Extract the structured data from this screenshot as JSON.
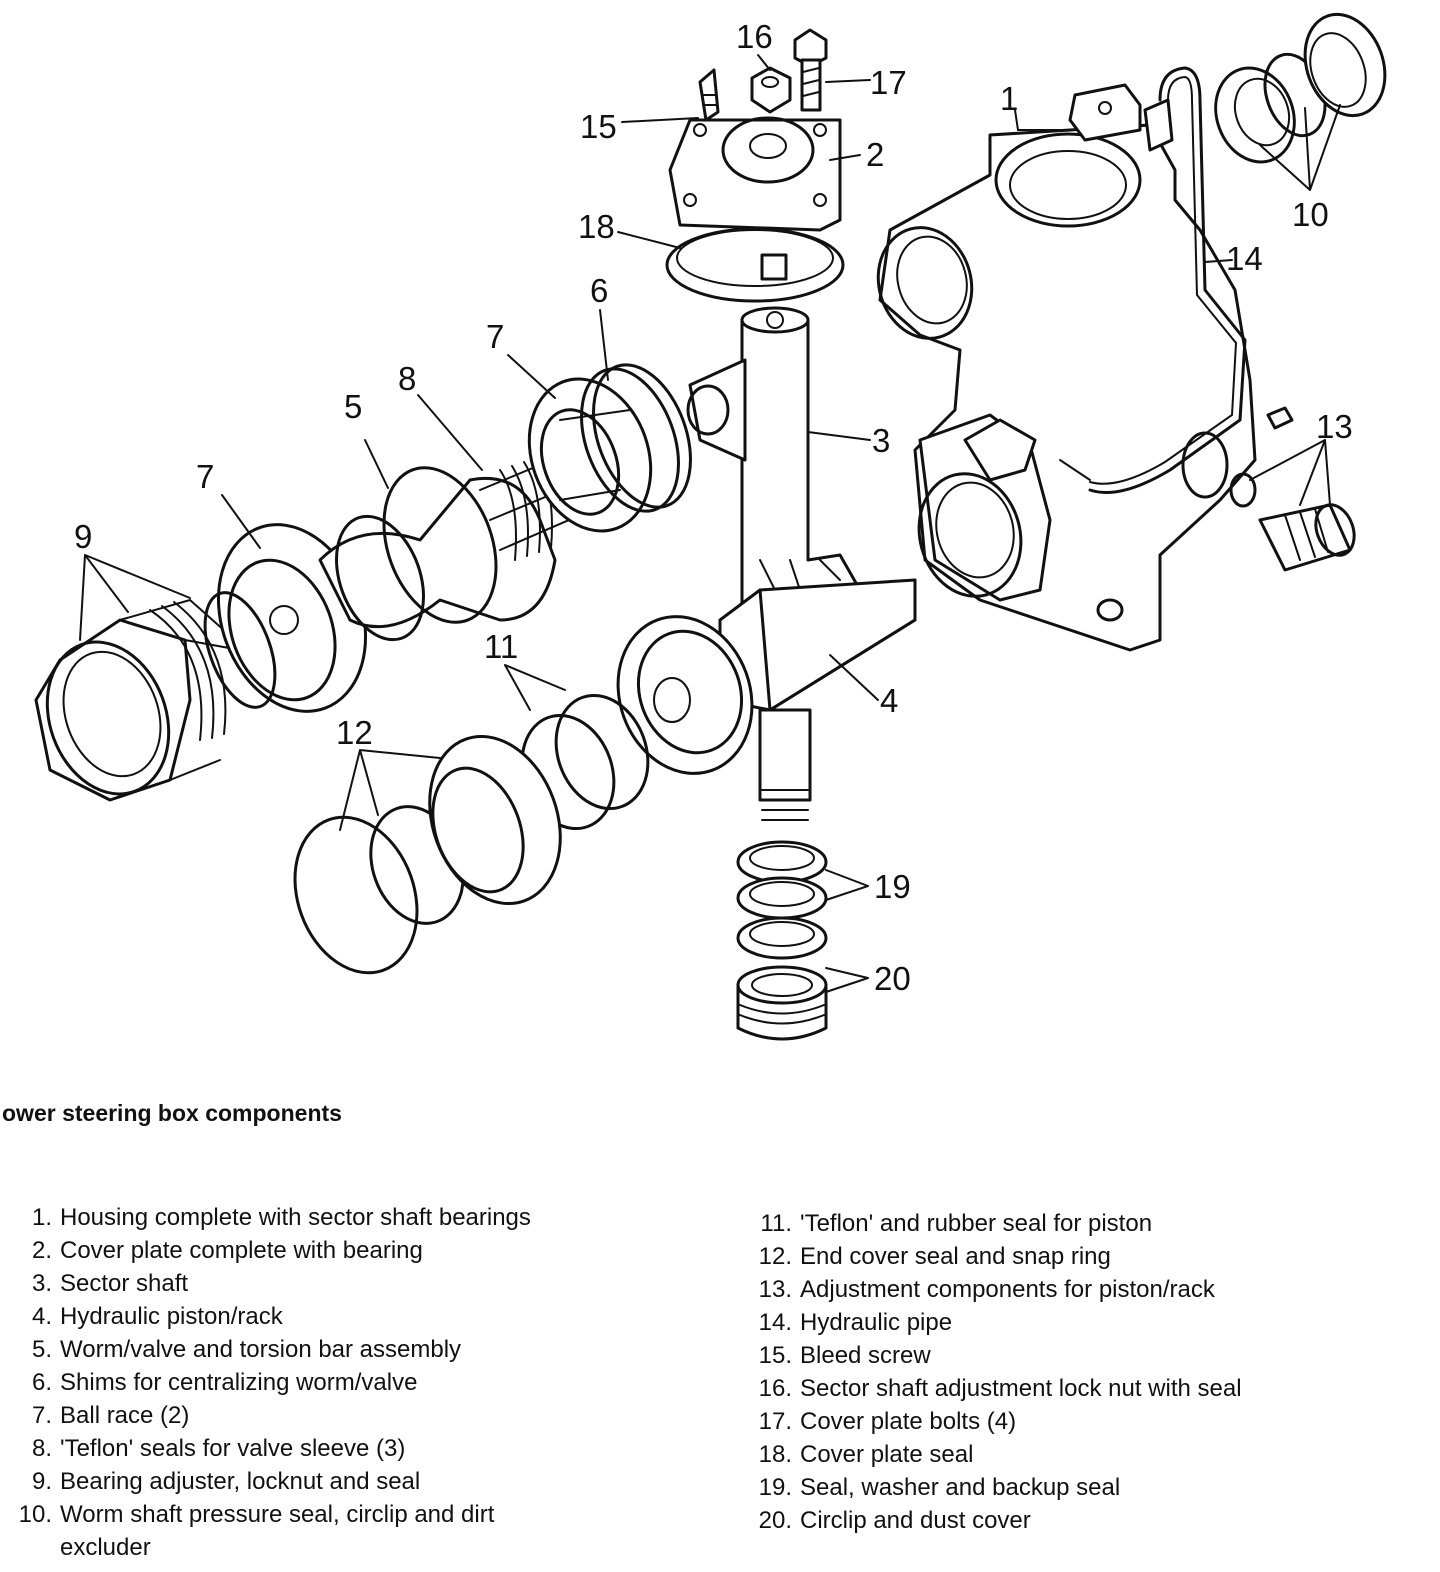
{
  "diagram": {
    "callouts": [
      "1",
      "2",
      "3",
      "4",
      "5",
      "6",
      "7",
      "7",
      "8",
      "9",
      "10",
      "11",
      "12",
      "13",
      "14",
      "15",
      "16",
      "17",
      "18",
      "19",
      "20"
    ]
  },
  "caption": "ower steering box components",
  "legend_left": [
    {
      "num": "1.",
      "text": "Housing complete with sector shaft bearings"
    },
    {
      "num": "2.",
      "text": "Cover plate complete with bearing"
    },
    {
      "num": "3.",
      "text": "Sector shaft"
    },
    {
      "num": "4.",
      "text": "Hydraulic piston/rack"
    },
    {
      "num": "5.",
      "text": "Worm/valve and torsion bar assembly"
    },
    {
      "num": "6.",
      "text": "Shims for centralizing worm/valve"
    },
    {
      "num": "7.",
      "text": "Ball race (2)"
    },
    {
      "num": "8.",
      "text": "'Teflon' seals for valve sleeve (3)"
    },
    {
      "num": "9.",
      "text": "Bearing adjuster, locknut and seal"
    },
    {
      "num": "10.",
      "text": "Worm shaft pressure seal, circlip and dirt excluder"
    }
  ],
  "legend_right": [
    {
      "num": "11.",
      "text": "'Teflon' and rubber seal for piston"
    },
    {
      "num": "12.",
      "text": "End cover seal and snap ring"
    },
    {
      "num": "13.",
      "text": "Adjustment components for piston/rack"
    },
    {
      "num": "14.",
      "text": "Hydraulic pipe"
    },
    {
      "num": "15.",
      "text": "Bleed screw"
    },
    {
      "num": "16.",
      "text": "Sector shaft adjustment lock nut with seal"
    },
    {
      "num": "17.",
      "text": "Cover plate bolts (4)"
    },
    {
      "num": "18.",
      "text": "Cover plate seal"
    },
    {
      "num": "19.",
      "text": "Seal, washer and backup seal"
    },
    {
      "num": "20.",
      "text": "Circlip and dust cover"
    }
  ]
}
